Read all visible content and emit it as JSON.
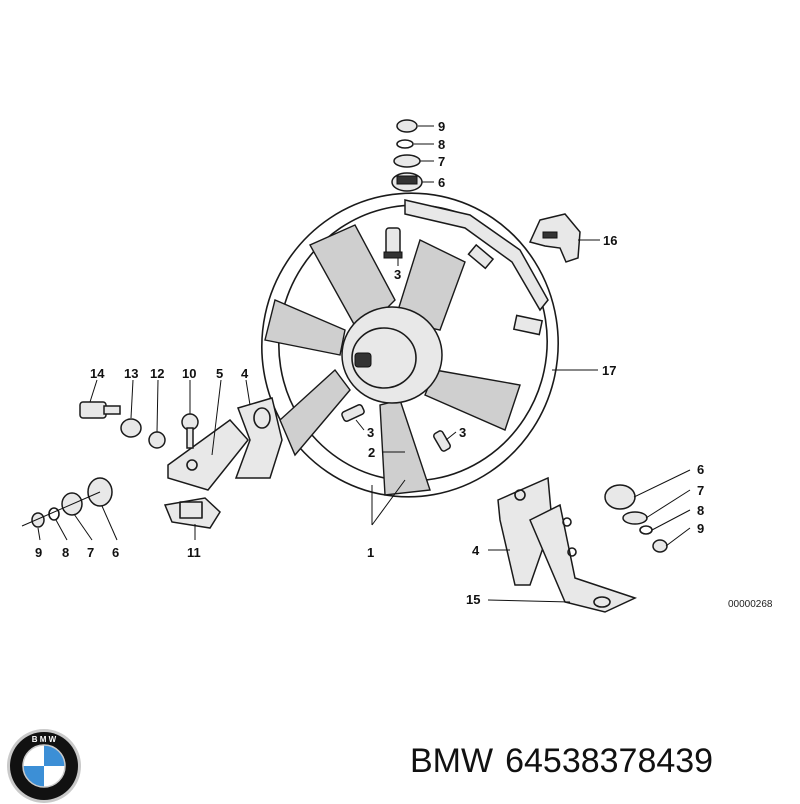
{
  "drawing_code": "00000268",
  "brand": "BMW",
  "part_number": "64538378439",
  "logo": {
    "name": "bmw-roundel",
    "lettering": "BMW",
    "colors": {
      "ring": "#111111",
      "blue": "#3c8fd6",
      "white": "#ffffff",
      "chrome": "#c9c9c9"
    }
  },
  "callouts": {
    "top_9": "9",
    "top_8": "8",
    "top_7": "7",
    "top_6": "6",
    "c16": "16",
    "c3_top": "3",
    "c17": "17",
    "c14": "14",
    "c13": "13",
    "c12": "12",
    "c10": "10",
    "c5": "5",
    "c4_left": "4",
    "c3_mid": "3",
    "c3_right": "3",
    "c2": "2",
    "c1": "1",
    "left_9": "9",
    "left_8": "8",
    "left_7": "7",
    "left_6": "6",
    "c11": "11",
    "right_6": "6",
    "right_7": "7",
    "right_8": "8",
    "right_9": "9",
    "c4_right": "4",
    "c15": "15"
  }
}
